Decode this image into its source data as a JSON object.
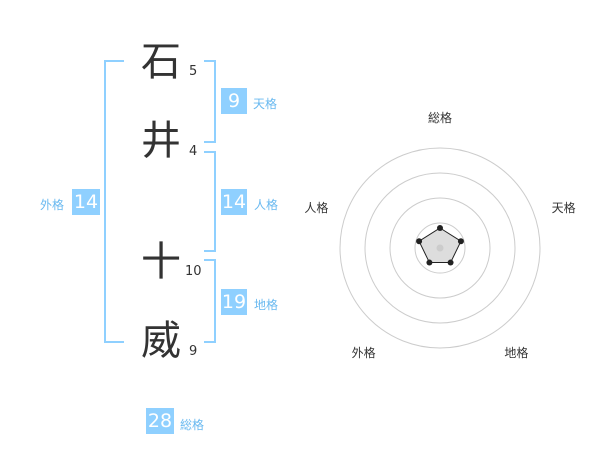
{
  "name": {
    "chars": [
      {
        "char": "石",
        "strokes": "5"
      },
      {
        "char": "井",
        "strokes": "4"
      },
      {
        "char": "十",
        "strokes": "10"
      },
      {
        "char": "威",
        "strokes": "9"
      }
    ]
  },
  "kakusu": {
    "tenkaku": {
      "value": "9",
      "label": "天格"
    },
    "jinkaku": {
      "value": "14",
      "label": "人格"
    },
    "chikaku": {
      "value": "19",
      "label": "地格"
    },
    "gaikaku": {
      "value": "14",
      "label": "外格"
    },
    "soukaku": {
      "value": "28",
      "label": "総格"
    }
  },
  "radar": {
    "labels": [
      "総格",
      "天格",
      "地格",
      "外格",
      "人格"
    ],
    "values": [
      0.2,
      0.22,
      0.18,
      0.18,
      0.22
    ],
    "ring_count": 4,
    "colors": {
      "ring": "#cccccc",
      "polygon_fill": "#dddddd",
      "polygon_stroke": "#222222",
      "accent": "#8fd0ff"
    }
  }
}
